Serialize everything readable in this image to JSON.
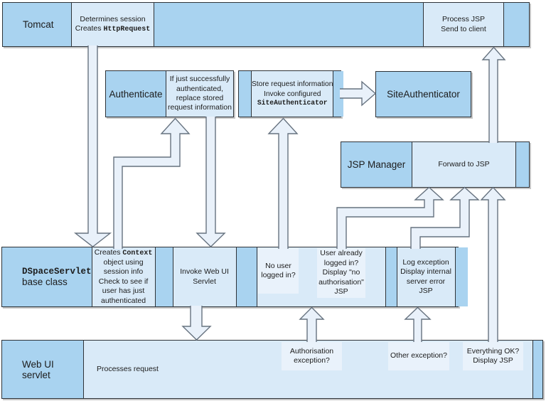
{
  "colors": {
    "dark_blue": "#a9d3f0",
    "light_blue": "#d9eaf8",
    "panel_blue": "#e9f2fb",
    "arrow_fill": "#e9f1fa",
    "border": "#2e3338"
  },
  "tomcat": {
    "label": "Tomcat",
    "determines_l1": "Determines session",
    "determines_l2_pre": "Creates ",
    "determines_l2_code": "HttpRequest",
    "process_l1": "Process JSP",
    "process_l2": "Send to client"
  },
  "authenticate": {
    "label": "Authenticate",
    "if_just": "If just successfully authenticated, replace stored request information",
    "store_l1": "Store request information",
    "store_l2": "Invoke configured",
    "store_l3_code": "SiteAuthenticator"
  },
  "site_authenticator": {
    "label": "SiteAuthenticator"
  },
  "jsp_manager": {
    "label": "JSP Manager",
    "forward": "Forward to JSP"
  },
  "dspace_servlet": {
    "label_code": "DSpaceServlet",
    "label_rest": "base class",
    "creates_pre": "Creates ",
    "creates_code": "Context",
    "creates_rest": " object using session info Check to see if user has just authenticated",
    "invoke": "Invoke Web UI Servlet",
    "no_user": "No user logged in?",
    "user_already": "User already logged in? Display \"no authorisation\" JSP",
    "log_exception": "Log exception Display internal server error JSP"
  },
  "web_ui": {
    "label": "Web UI servlet",
    "processes": "Processes request",
    "auth_exception": "Authorisation exception?",
    "other_exception": "Other exception?",
    "everything_ok_l1": "Everything OK?",
    "everything_ok_l2": "Display JSP"
  }
}
